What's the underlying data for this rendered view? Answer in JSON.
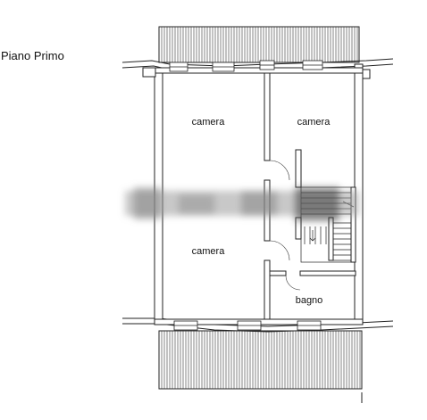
{
  "floor_plan": {
    "title": "Piano Primo",
    "rooms": [
      {
        "id": "camera-1",
        "label": "camera"
      },
      {
        "id": "camera-2",
        "label": "camera"
      },
      {
        "id": "camera-3",
        "label": "camera"
      },
      {
        "id": "bagno",
        "label": "bagno"
      }
    ],
    "colors": {
      "line": "#222222",
      "wall_fill": "#ffffff",
      "background": "#ffffff",
      "watermark": "#8a8a8a"
    }
  }
}
